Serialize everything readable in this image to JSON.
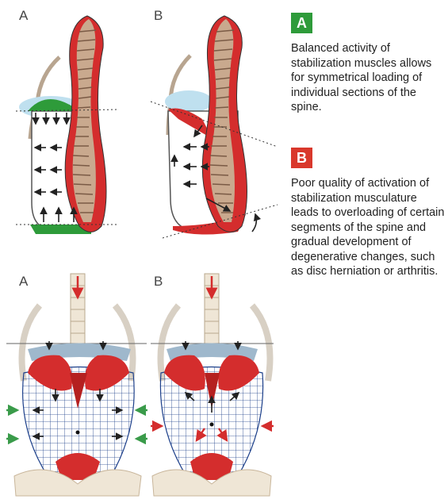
{
  "figure": {
    "top_left_label": "A",
    "top_middle_label": "B",
    "bottom_left_label": "A",
    "bottom_middle_label": "B"
  },
  "legend": {
    "a": {
      "badge": "A",
      "badge_color": "#2e9b3a",
      "text": "Balanced activity of stabilization muscles allows for symmetrical loading of individual sections of the spine."
    },
    "b": {
      "badge": "B",
      "badge_color": "#d9382c",
      "text": "Poor quality of activation of stabilization musculature leads to overloading of certain segments of the spine and gradual development of degenerative changes, such as disc herniation or arthritis."
    }
  },
  "colors": {
    "muscle_red": "#d42d2d",
    "diaphragm_green": "#2e9b3a",
    "vertebra": "#c9a98e",
    "outline": "#555555",
    "mesh_blue": "#1c3f8a"
  }
}
